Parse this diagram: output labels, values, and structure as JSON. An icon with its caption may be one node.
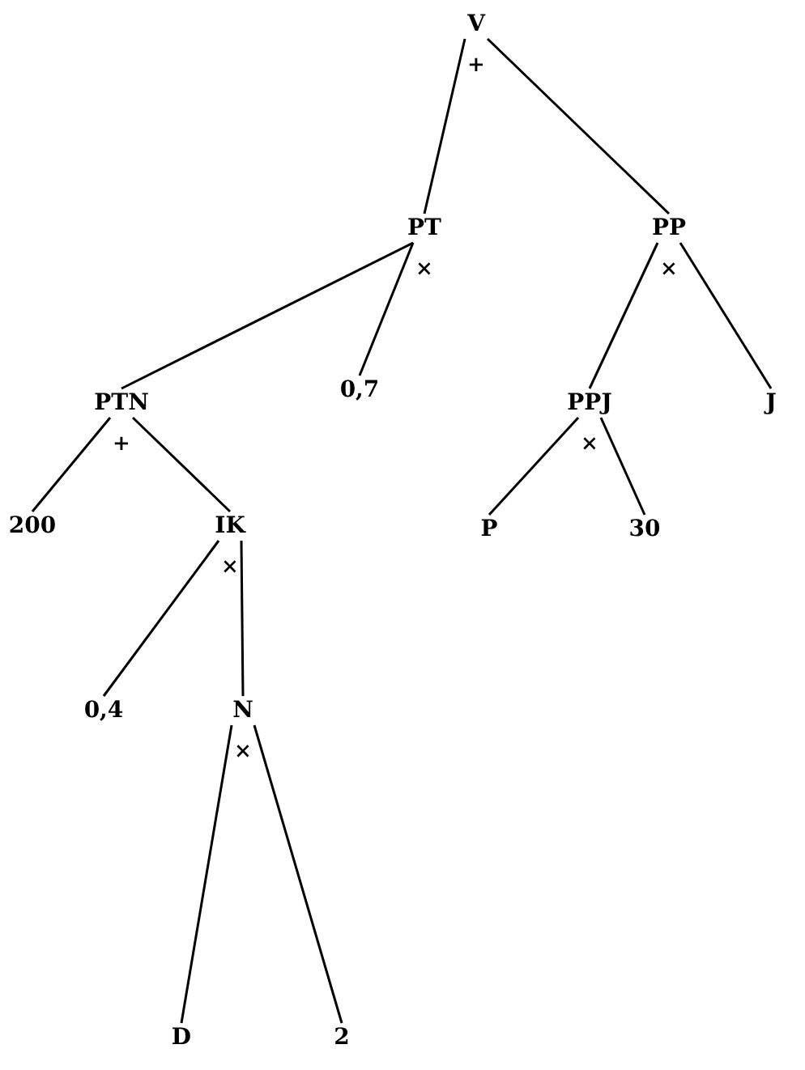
{
  "diagram": {
    "nodes": [
      {
        "text": [
          "V"
        ],
        "beside": [
          "+"
        ]
      },
      {
        "text": [
          "PT"
        ],
        "beside": [
          "×"
        ]
      },
      {
        "text": [
          "PP"
        ],
        "beside": [
          "×"
        ]
      },
      {
        "text": [
          "PTN"
        ],
        "beside": [
          "+"
        ]
      },
      {
        "text": [
          "0,7"
        ]
      },
      {
        "text": [
          "PPJ"
        ],
        "beside": [
          "×"
        ]
      },
      {
        "text": [
          "J"
        ]
      },
      {
        "text": [
          "200"
        ]
      },
      {
        "text": [
          "IK"
        ],
        "beside": [
          "×"
        ]
      },
      {
        "text": [
          "P"
        ]
      },
      {
        "text": [
          "30"
        ]
      },
      {
        "text": [
          "0,4"
        ]
      },
      {
        "text": [
          "N"
        ],
        "beside": [
          "×"
        ]
      },
      {
        "text": [
          "D"
        ]
      },
      {
        "text": [
          "2"
        ]
      }
    ],
    "edges": [
      {
        "from": 0,
        "to": 1,
        "arrow": "none"
      },
      {
        "from": 0,
        "to": 2,
        "arrow": "none"
      },
      {
        "from": 1,
        "to": 3,
        "arrow": "none"
      },
      {
        "from": 1,
        "to": 4,
        "arrow": "none"
      },
      {
        "from": 2,
        "to": 5,
        "arrow": "none"
      },
      {
        "from": 2,
        "to": 6,
        "arrow": "none"
      },
      {
        "from": 3,
        "to": 7,
        "arrow": "none"
      },
      {
        "from": 3,
        "to": 8,
        "arrow": "none"
      },
      {
        "from": 5,
        "to": 9,
        "arrow": "none"
      },
      {
        "from": 5,
        "to": 10,
        "arrow": "none"
      },
      {
        "from": 8,
        "to": 11,
        "arrow": "none"
      },
      {
        "from": 8,
        "to": 12,
        "arrow": "none"
      },
      {
        "from": 12,
        "to": 13,
        "arrow": "none"
      },
      {
        "from": 12,
        "to": 14,
        "arrow": "none"
      }
    ]
  }
}
